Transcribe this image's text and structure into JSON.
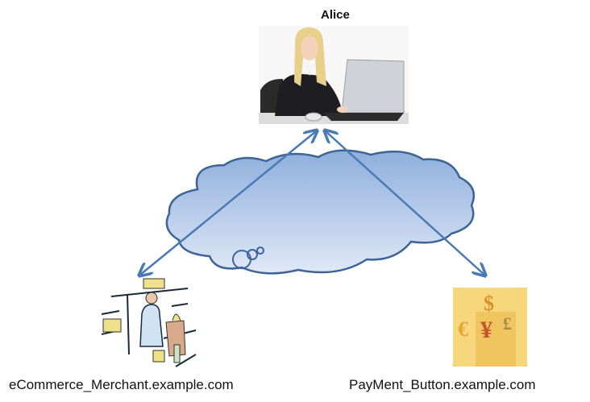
{
  "diagram": {
    "nodes": [
      {
        "id": "alice",
        "label": "Alice",
        "icon": "person-at-laptop-photo"
      },
      {
        "id": "merchant",
        "label": "eCommerce_Merchant.example.com",
        "icon": "shopkeeper-clipart"
      },
      {
        "id": "payment",
        "label": "PayMent_Button.example.com",
        "icon": "currency-symbols-clipart"
      }
    ],
    "center": {
      "id": "cloud",
      "label": "",
      "icon": "internet-cloud"
    },
    "edges": [
      {
        "from": "alice",
        "to": "merchant",
        "style": "double-arrow"
      },
      {
        "from": "alice",
        "to": "payment",
        "style": "double-arrow"
      }
    ],
    "colors": {
      "arrow": "#4a7ab5",
      "cloud_top": "#8eaedc",
      "cloud_bottom": "#d5e1f3",
      "cloud_stroke": "#3e6496",
      "payment_bg": "#f7d77c"
    }
  }
}
